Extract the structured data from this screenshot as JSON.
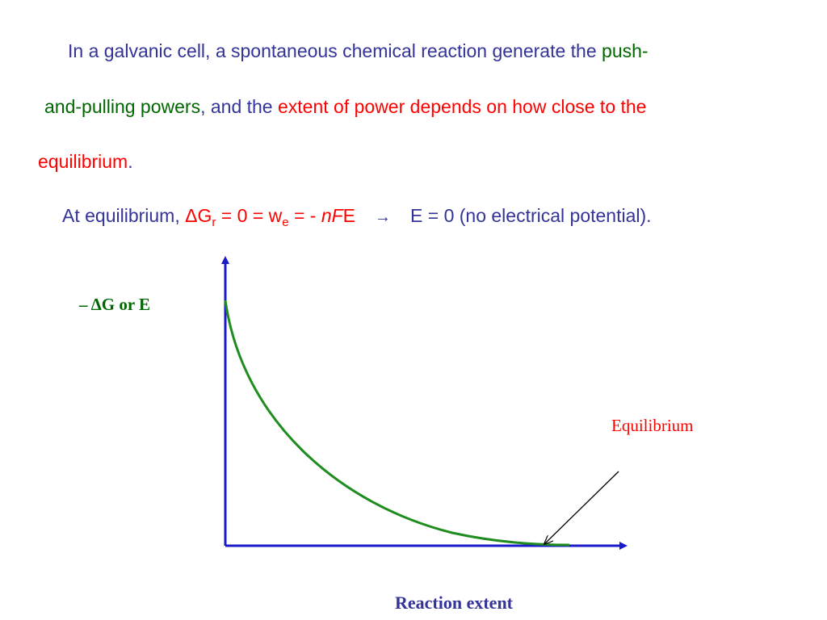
{
  "text": {
    "line1": {
      "a": "In a galvanic cell, a spontaneous chemical reaction generate the ",
      "b": "push-"
    },
    "line2": {
      "a": "and-pulling powers",
      "b": ", and the ",
      "c": "extent of power depends on how close to the"
    },
    "line3": {
      "a": "equilibrium",
      "b": "."
    },
    "line4": {
      "a": "At equilibrium, ",
      "b": "ΔG",
      "b_sub": "r",
      "c": " = 0 = w",
      "c_sub": "e",
      "d": " = - ",
      "e": "nF",
      "f": "E",
      "arrow": "→",
      "g": "E = 0 (no electrical potential)."
    }
  },
  "diagram": {
    "y_axis_label": "– ΔG  or  E",
    "x_axis_label": "Reaction extent",
    "annotation": "Equilibrium"
  },
  "colors": {
    "body_text": "#333399",
    "emphasis_green": "#006600",
    "emphasis_red": "#ff0000",
    "axis": "#1a1acc",
    "curve": "#1e8c1e",
    "pointer": "#000000"
  }
}
